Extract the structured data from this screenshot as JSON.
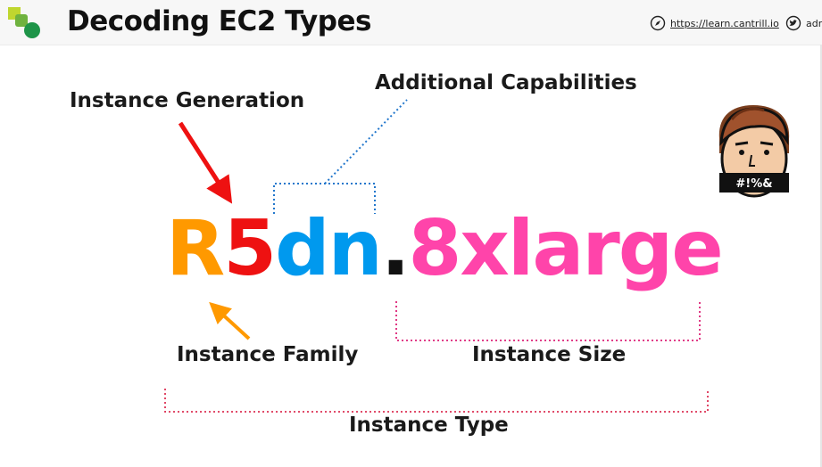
{
  "header": {
    "title": "Decoding EC2 Types",
    "website_url": "https://learn.cantrill.io",
    "twitter_handle": "adri",
    "website_icon": "compass-icon",
    "twitter_icon": "twitter-icon"
  },
  "diagram": {
    "instance_string": {
      "family": "R",
      "generation": "5",
      "capabilities": "dn",
      "dot": ".",
      "size": "8xlarge"
    },
    "labels": {
      "generation": "Instance Generation",
      "capabilities": "Additional Capabilities",
      "family": "Instance Family",
      "size": "Instance Size",
      "type": "Instance Type"
    },
    "avatar_text": "#!%&"
  },
  "colors": {
    "family": "#FF9900",
    "generation": "#EE1111",
    "capabilities": "#0099EE",
    "dot": "#111111",
    "size": "#FF44AA",
    "generation_arrow": "#EE1111",
    "family_arrow": "#FF9900",
    "capabilities_bracket": "#2277CC",
    "size_bracket": "#DD2277",
    "type_bracket": "#DD3355"
  }
}
